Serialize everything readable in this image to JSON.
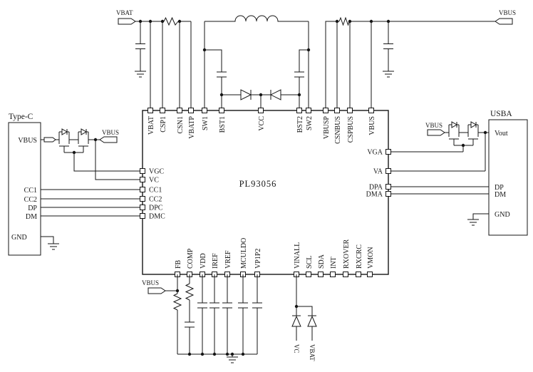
{
  "ic": {
    "name": "PL93056",
    "top_pins": [
      "VBAT",
      "CSP1",
      "CSN1",
      "VBATP",
      "SW1",
      "BST1",
      "VCC",
      "BST2",
      "SW2",
      "VBUSP",
      "CSNBUS",
      "CSPBUS",
      "VBUS"
    ],
    "bottom_pins": [
      "FB",
      "COMP",
      "VDD",
      "IREF",
      "VREF",
      "MCULDO",
      "VP1P2",
      "VINALL",
      "SCL",
      "SDA",
      "INT",
      "RXOVER",
      "RXCRC",
      "VMON"
    ],
    "left_pins": [
      "VGC",
      "VC",
      "CC1",
      "CC2",
      "DPC",
      "DMC"
    ],
    "right_pins": [
      "VGA",
      "VA",
      "DPA",
      "DMA"
    ]
  },
  "connectors": {
    "typec": {
      "title": "Type-C",
      "pins": [
        "VBUS",
        "CC1",
        "CC2",
        "DP",
        "DM",
        "GND"
      ]
    },
    "usba": {
      "title": "USBA",
      "pins": [
        "Vout",
        "DP",
        "DM",
        "GND"
      ]
    }
  },
  "net_flags": {
    "vbat": "VBAT",
    "vbus": "VBUS",
    "vc": "VC"
  }
}
